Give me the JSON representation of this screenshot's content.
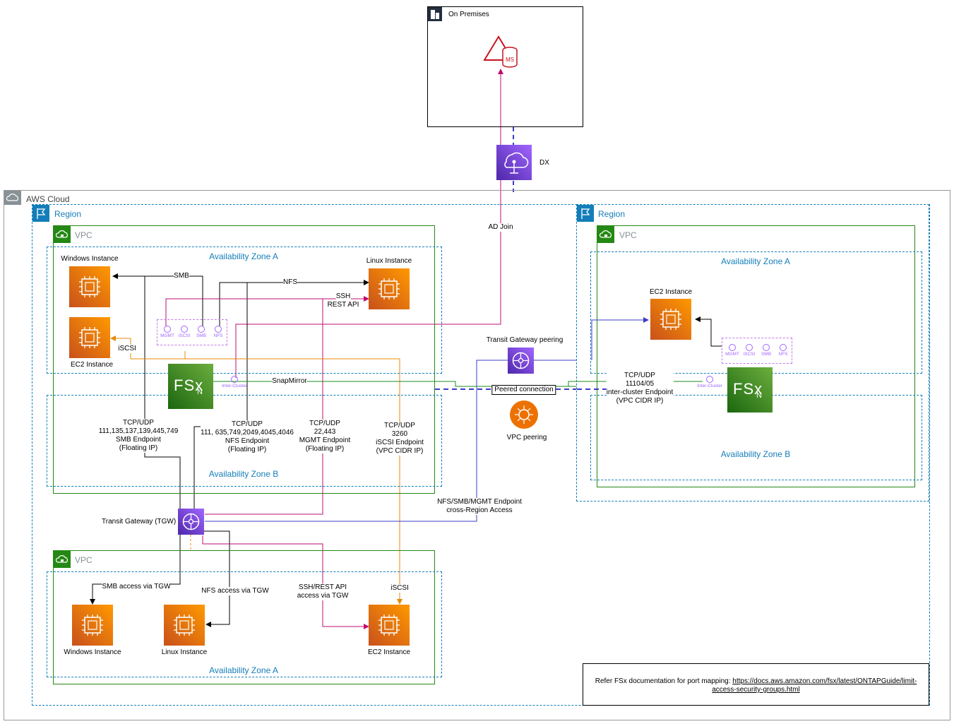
{
  "on_premises": {
    "title": "On Premises",
    "db_badge": "MS"
  },
  "dx": {
    "label": "DX",
    "ad_join": "AD Join"
  },
  "aws_cloud": {
    "label": "AWS Cloud"
  },
  "left_region": {
    "label": "Region",
    "vpc_top": {
      "label": "VPC",
      "az_a": "Availability Zone A",
      "az_b": "Availability Zone B",
      "windows_instance": "Windows Instance",
      "linux_instance": "Linux Instance",
      "ec2_instance": "EC2 Instance",
      "fsx_text": "FSx",
      "fsx_sub": "N",
      "inter_cluster": "Inter-Cluster",
      "endpoints": [
        "MGMT",
        "iSCSI",
        "SMB",
        "NFS"
      ],
      "arrow_labels": {
        "smb": "SMB",
        "nfs": "NFS",
        "ssh": "SSH",
        "rest": "REST API",
        "iscsi": "iSCSI",
        "snapmirror": "SnapMirror"
      },
      "smb_endpoint": [
        "TCP/UDP",
        "111,135,137,139,445,749",
        "SMB Endpoint",
        "(Floating IP)"
      ],
      "nfs_endpoint": [
        "TCP/UDP",
        "111, 635,749,2049,4045,4046",
        "NFS Endpoint",
        "(Floating IP)"
      ],
      "mgmt_endpoint": [
        "TCP/UDP",
        "22,443",
        "MGMT Endpoint",
        "(Floating IP)"
      ],
      "iscsi_endpoint": [
        "TCP/UDP",
        "3260",
        "iSCSI Endpoint",
        "(VPC CIDR IP)"
      ]
    },
    "transit_gateway": "Transit Gateway (TGW)",
    "vpc_bottom": {
      "label": "VPC",
      "az_a": "Availability Zone A",
      "smb_access": "SMB access via TGW",
      "nfs_access": "NFS  access via TGW",
      "ssh_access": [
        "SSH/REST API",
        "access via TGW"
      ],
      "iscsi": "iSCSI",
      "windows_instance": "Windows Instance",
      "linux_instance": "Linux Instance",
      "ec2_instance": "EC2 Instance"
    }
  },
  "middle": {
    "tgw_peering": "Transit Gateway peering",
    "peered_connection": "Peered connection",
    "vpc_peering": "VPC peering",
    "cross_region": [
      "NFS/SMB/MGMT Endpoint",
      "cross-Region Access"
    ]
  },
  "right_region": {
    "label": "Region",
    "vpc_label": "VPC",
    "az_a": "Availability Zone A",
    "az_b": "Availability Zone B",
    "ec2_instance": "EC2 Instance",
    "endpoints": [
      "MGMT",
      "iSCSI",
      "SMB",
      "NFS"
    ],
    "inter_cluster": "Inter-Cluster",
    "fsx_text": "FSx",
    "fsx_sub": "N",
    "intercluster_endpoint": [
      "TCP/UDP",
      "11104/05",
      "inter-cluster Endpoint",
      "(VPC CIDR IP)"
    ]
  },
  "note": {
    "prefix": "Refer FSx documentation for port mapping: ",
    "link_line1": "https://docs.aws.amazon.com/fsx/latest/ONTAPGuide/limit-",
    "link_line2": "access-security-groups.html"
  },
  "colors": {
    "region": "#147eba",
    "vpc": "#248814",
    "smb_nfs_arrows": "#000000",
    "mgmt_arrows": "#bf0c70",
    "iscsi_arrows": "#e8890b",
    "cross_region": "#3c3cc8",
    "snapmirror": "#1e8c1e",
    "dx_link": "#3c3cc8"
  }
}
